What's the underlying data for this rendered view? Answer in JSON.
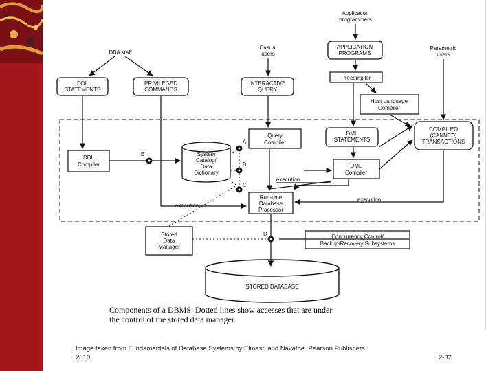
{
  "figure": {
    "boxes": {
      "ddl_statements": [
        "DDL",
        "STATEMENTS"
      ],
      "privileged_commands": [
        "PRIVILEGED",
        "COMMANDS"
      ],
      "interactive_query": [
        "INTERACTIVE",
        "QUERY"
      ],
      "application_programs": [
        "APPLICATION",
        "PROGRAMS"
      ],
      "precompiler": [
        "Precompiler"
      ],
      "host_language_compiler": [
        "Host Language",
        "Compiler"
      ],
      "ddl_compiler": [
        "DDL",
        "Compiler"
      ],
      "system_catalog": [
        "System",
        "Catalog/",
        "Data",
        "Dictionary"
      ],
      "query_compiler": [
        "Query",
        "Compiler"
      ],
      "dml_statements": [
        "DML",
        "STATEMENTS"
      ],
      "compiled_transactions": [
        "COMPILED",
        "(CANNED)",
        "TRANSACTIONS"
      ],
      "dml_compiler": [
        "DML",
        "Compiler"
      ],
      "runtime_processor": [
        "Run-time",
        "Database",
        "Processor"
      ],
      "stored_data_manager": [
        "Stored",
        "Data",
        "Manager"
      ],
      "concurrency_control": [
        "Concurrency Control/",
        "Backup/Recovery Subsystems"
      ],
      "stored_database": [
        "STORED DATABASE"
      ]
    },
    "actors": {
      "dba_staff": [
        "DBA staff"
      ],
      "casual_users": [
        "Casual",
        "users"
      ],
      "application_programmers": [
        "Application",
        "programmers"
      ],
      "parametric_users": [
        "Parametric",
        "users"
      ]
    },
    "edge_labels": {
      "execution_1": "execution",
      "execution_2": "execution",
      "execution_3": "execution"
    },
    "access_points": [
      "A",
      "B",
      "C",
      "D",
      "E"
    ],
    "caption": {
      "line1": "Components of a DBMS. Dotted lines show accesses that are under",
      "line2": "the control of the stored data manager."
    }
  },
  "footer": {
    "credit_line1": "Image taken from Fundamentals of Database Systems by Elmasri and Navathe. Pearson Publishers.",
    "credit_line2": "2010",
    "slide_number": "2-32"
  },
  "colors": {
    "left_band": "#a4161b",
    "ink": "#111111"
  }
}
